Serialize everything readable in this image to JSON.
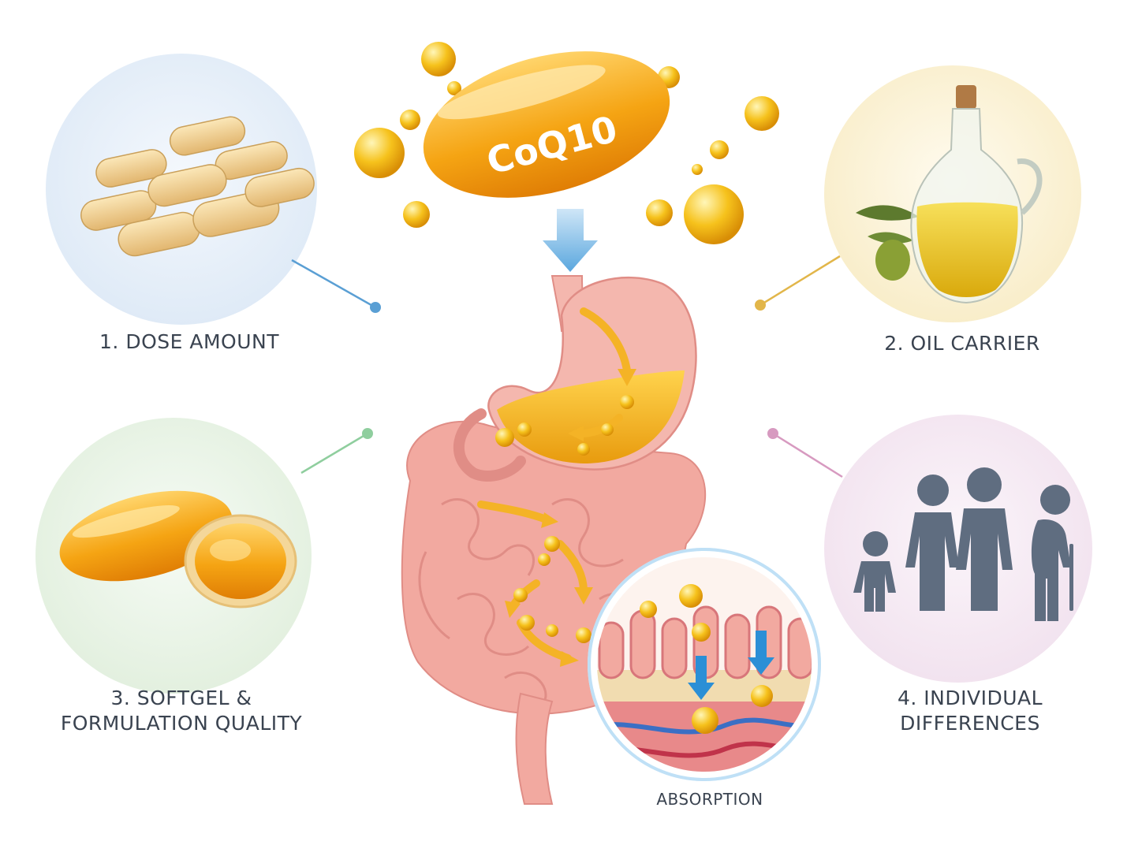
{
  "pill": {
    "label": "CoQ10"
  },
  "factors": [
    {
      "lines": [
        "1. DOSE AMOUNT"
      ],
      "icon": "capsules-icon",
      "color": "#5a9fd4"
    },
    {
      "lines": [
        "2. OIL CARRIER"
      ],
      "icon": "oil-bottle-icon",
      "color": "#e2b64a"
    },
    {
      "lines": [
        "3. SOFTGEL &",
        "FORMULATION QUALITY"
      ],
      "icon": "softgel-icon",
      "color": "#8fce9e"
    },
    {
      "lines": [
        "4. INDIVIDUAL",
        "DIFFERENCES"
      ],
      "icon": "people-icon",
      "color": "#d79ac0"
    }
  ],
  "absorption": {
    "label": "ABSORPTION"
  },
  "colors": {
    "gold": "#f2b01e",
    "digestive_pink": "#f2a9a0",
    "arrow_blue": "#6fb3e3",
    "people_gray": "#5f6d80"
  }
}
